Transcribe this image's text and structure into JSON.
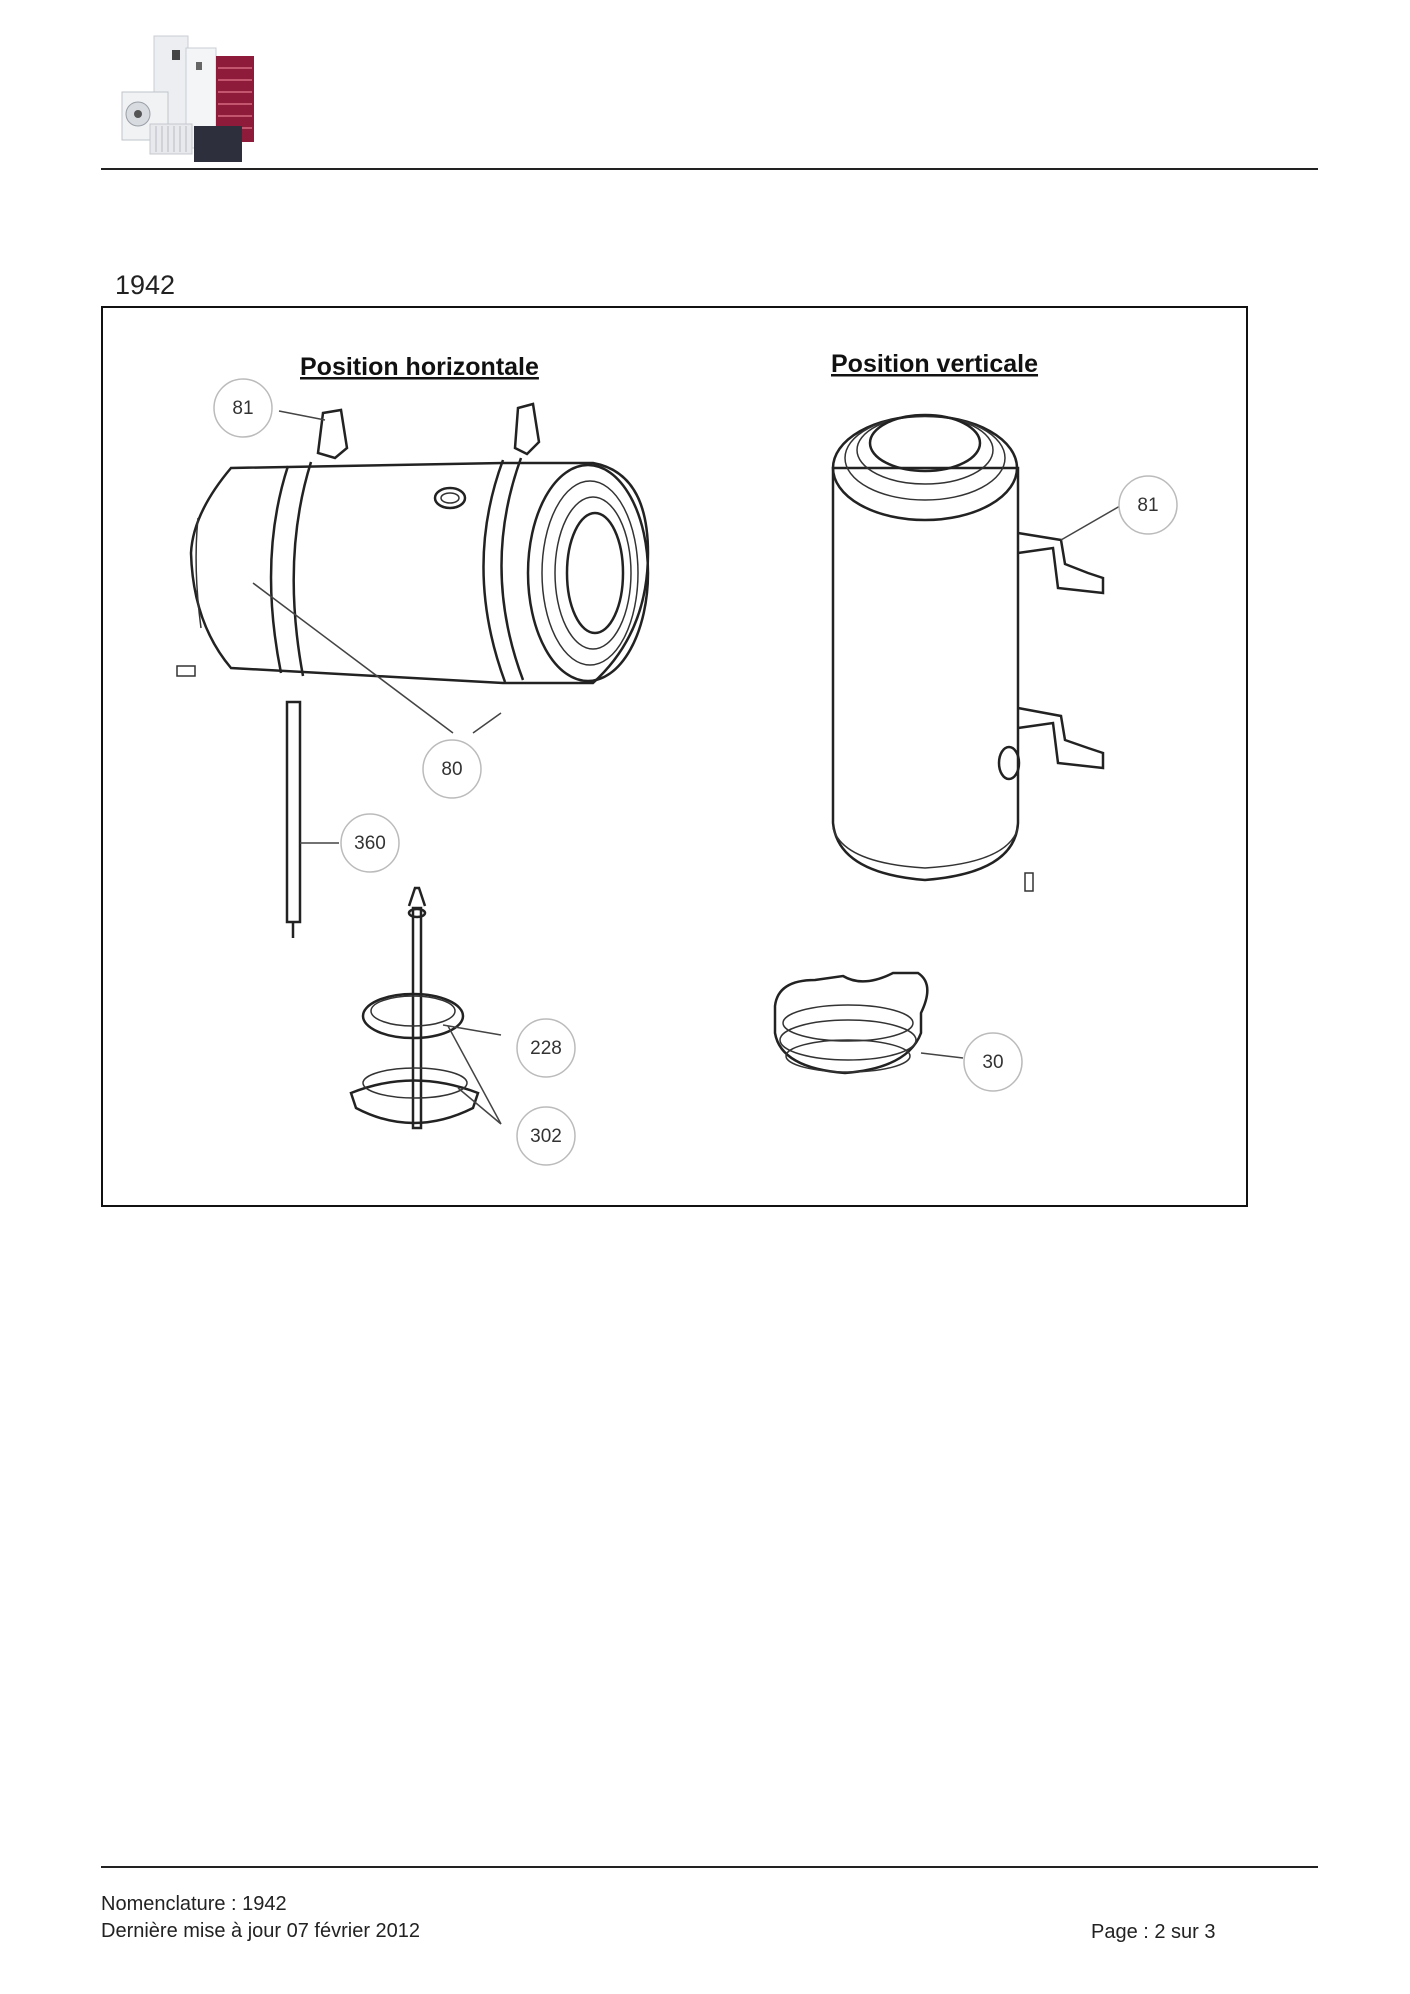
{
  "header": {
    "logo": "product-range-logo"
  },
  "document": {
    "reference_title": "1942"
  },
  "figure": {
    "heading_left": "Position horizontale",
    "heading_right": "Position verticale",
    "callouts": {
      "c81a": "81",
      "c81b": "81",
      "c80": "80",
      "c360": "360",
      "c228": "228",
      "c302": "302",
      "c30": "30"
    }
  },
  "footer": {
    "nomenclature": "Nomenclature : 1942",
    "updated": "Dernière mise à jour 07 février 2012",
    "page": "Page : 2 sur 3"
  }
}
